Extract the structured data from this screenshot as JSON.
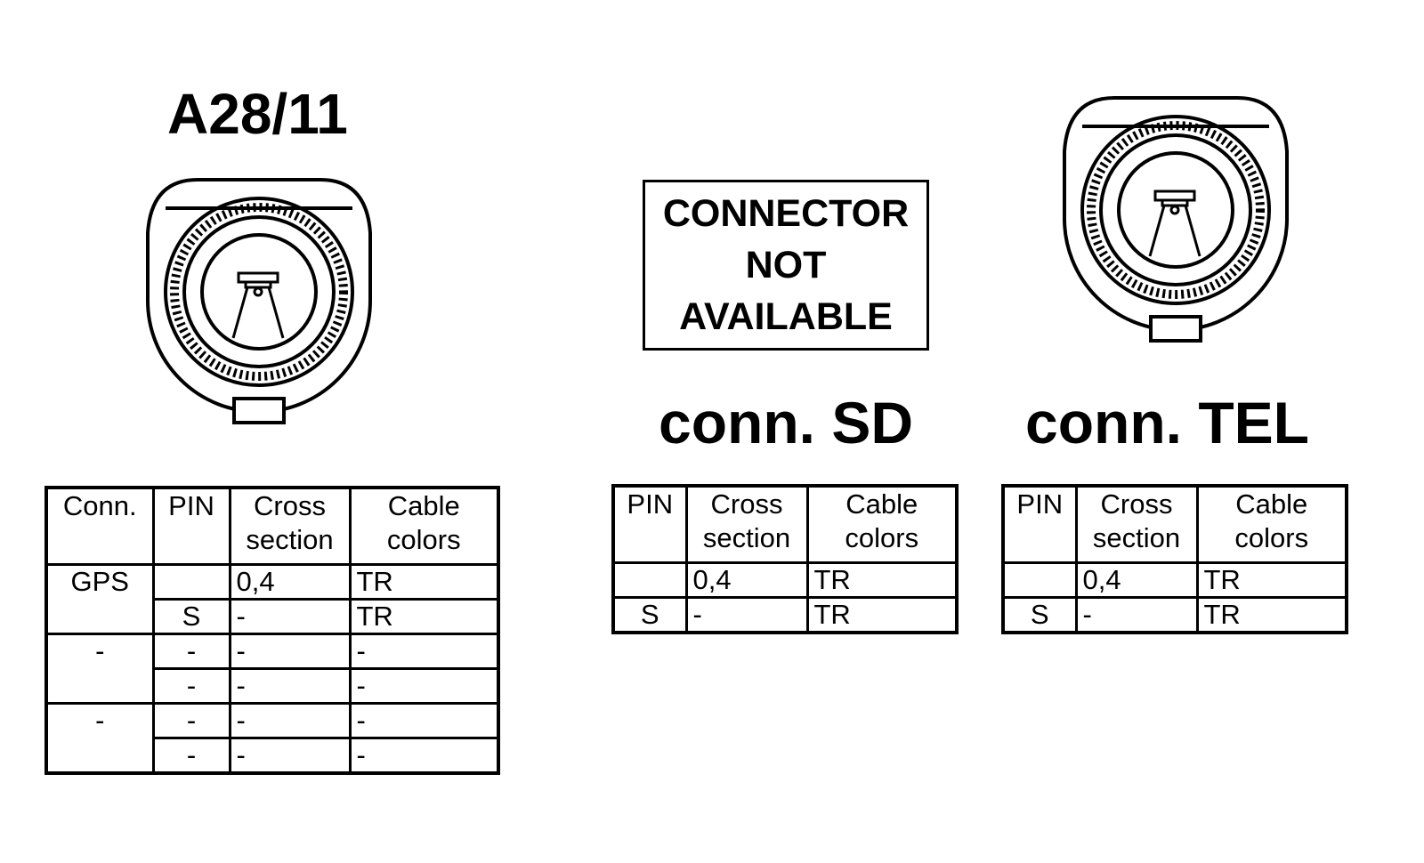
{
  "a28": {
    "title": "A28/11",
    "headers": [
      "Conn.",
      "PIN",
      "Cross\nsection",
      "Cable\ncolors"
    ],
    "rows": [
      [
        "GPS",
        "",
        "0,4",
        "TR"
      ],
      [
        "",
        "S",
        "-",
        "TR"
      ],
      [
        "-",
        "-",
        "-",
        "-"
      ],
      [
        "",
        "-",
        "-",
        "-"
      ],
      [
        "-",
        "-",
        "-",
        "-"
      ],
      [
        "",
        "-",
        "-",
        "-"
      ]
    ]
  },
  "sd": {
    "title": "conn. SD",
    "notice": [
      "CONNECTOR",
      "NOT",
      "AVAILABLE"
    ],
    "headers": [
      "PIN",
      "Cross\nsection",
      "Cable\ncolors"
    ],
    "rows": [
      [
        "",
        "0,4",
        "TR"
      ],
      [
        "S",
        "-",
        "TR"
      ]
    ]
  },
  "tel": {
    "title": "conn. TEL",
    "headers": [
      "PIN",
      "Cross\nsection",
      "Cable\ncolors"
    ],
    "rows": [
      [
        "",
        "0,4",
        "TR"
      ],
      [
        "S",
        "-",
        "TR"
      ]
    ]
  }
}
